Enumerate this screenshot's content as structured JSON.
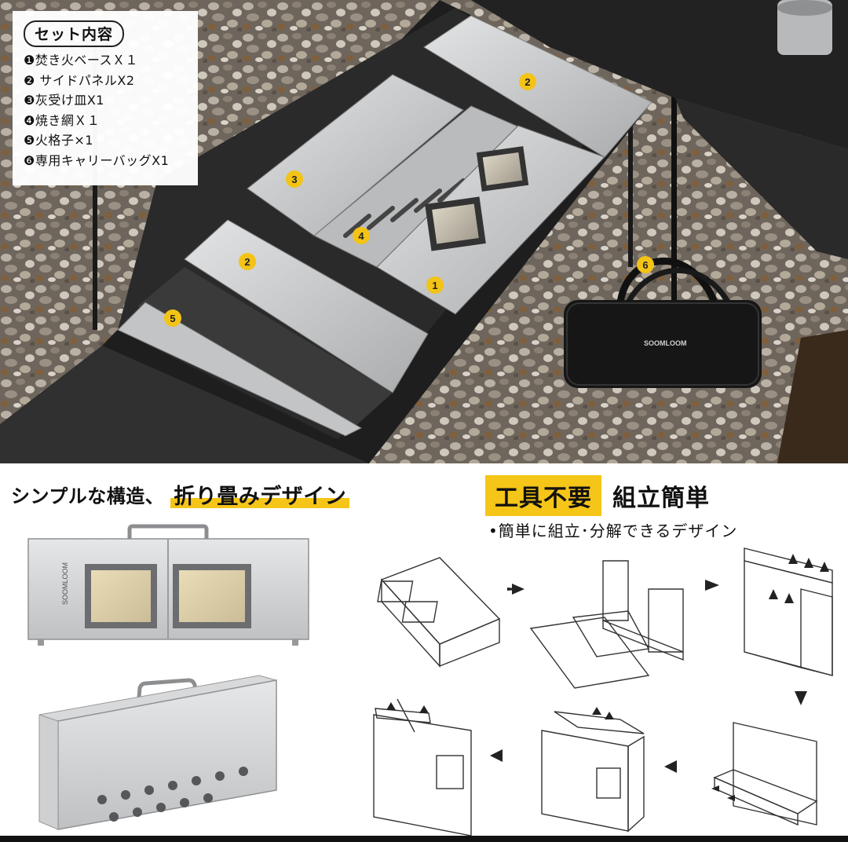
{
  "legend": {
    "title": "セット内容",
    "items": [
      "❶焚き火ベースＸ１",
      "❷ サイドパネルX2",
      "❸灰受け皿X1",
      "❹焼き網Ｘ１",
      "❺火格子×1",
      "❻専用キャリーバッグX1"
    ]
  },
  "markers": [
    "1",
    "2",
    "2",
    "3",
    "4",
    "5",
    "6"
  ],
  "bag_brand": "SOOMLOOM",
  "left_heading": {
    "prefix": "シンプルな構造、",
    "highlight": "折り畳みデザイン"
  },
  "right_heading": {
    "badge": "工具不要",
    "plain": "組立簡単",
    "subtitle": "•簡単に組立･分解できるデザイン"
  },
  "colors": {
    "accent_yellow": "#f5c518",
    "marker_yellow": "#f3c316",
    "steel": "#c9cbcd",
    "table_black": "#1c1c1c"
  }
}
